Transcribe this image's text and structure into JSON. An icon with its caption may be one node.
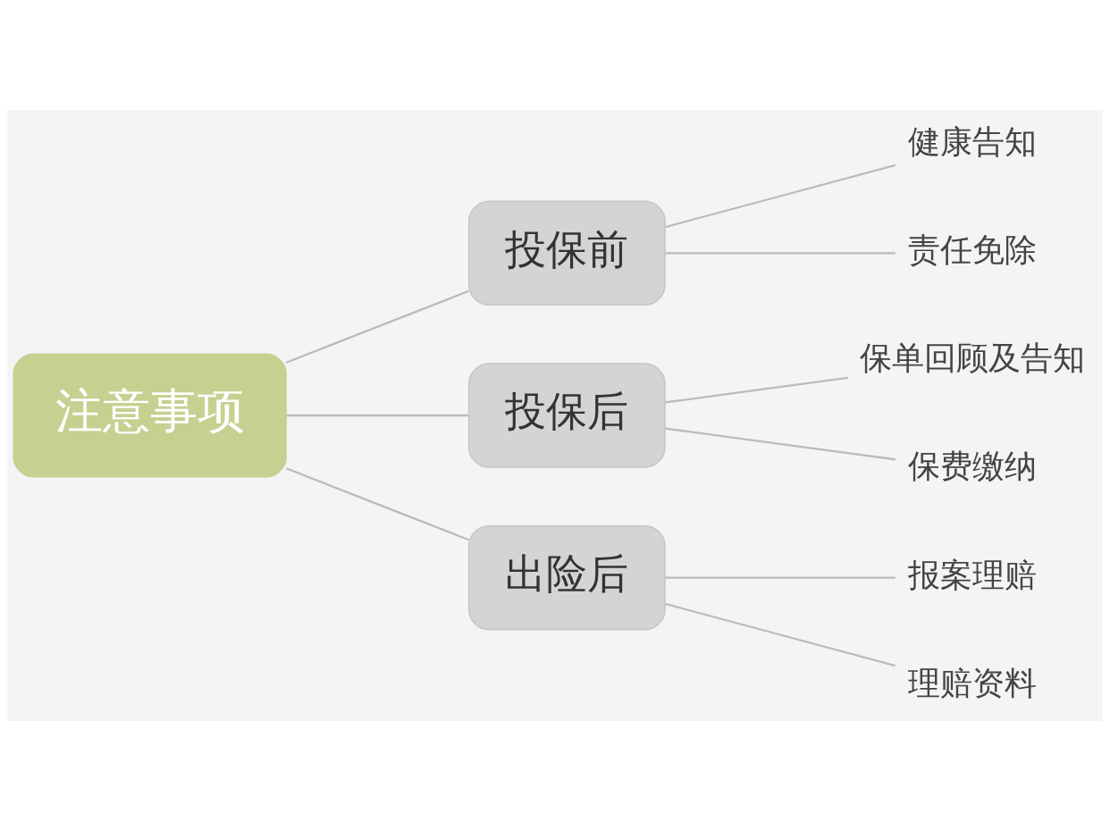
{
  "diagram": {
    "nodes": [
      {
        "text": [
          "注意事项"
        ]
      },
      {
        "text": [
          "投保前"
        ]
      },
      {
        "text": [
          "健康告知"
        ]
      },
      {
        "text": [
          "责任免除"
        ]
      },
      {
        "text": [
          "投保后"
        ]
      },
      {
        "text": [
          "保单回顾及告知"
        ]
      },
      {
        "text": [
          "保费缴纳"
        ]
      },
      {
        "text": [
          "出险后"
        ]
      },
      {
        "text": [
          "报案理赔"
        ]
      },
      {
        "text": [
          "理赔资料"
        ]
      }
    ],
    "edges": [
      {
        "from": 0,
        "to": 1,
        "arrow": "none"
      },
      {
        "from": 0,
        "to": 4,
        "arrow": "none"
      },
      {
        "from": 0,
        "to": 7,
        "arrow": "none"
      },
      {
        "from": 1,
        "to": 2,
        "arrow": "none"
      },
      {
        "from": 1,
        "to": 3,
        "arrow": "none"
      },
      {
        "from": 4,
        "to": 5,
        "arrow": "none"
      },
      {
        "from": 4,
        "to": 6,
        "arrow": "none"
      },
      {
        "from": 7,
        "to": 8,
        "arrow": "none"
      },
      {
        "from": 7,
        "to": 9,
        "arrow": "none"
      }
    ]
  }
}
